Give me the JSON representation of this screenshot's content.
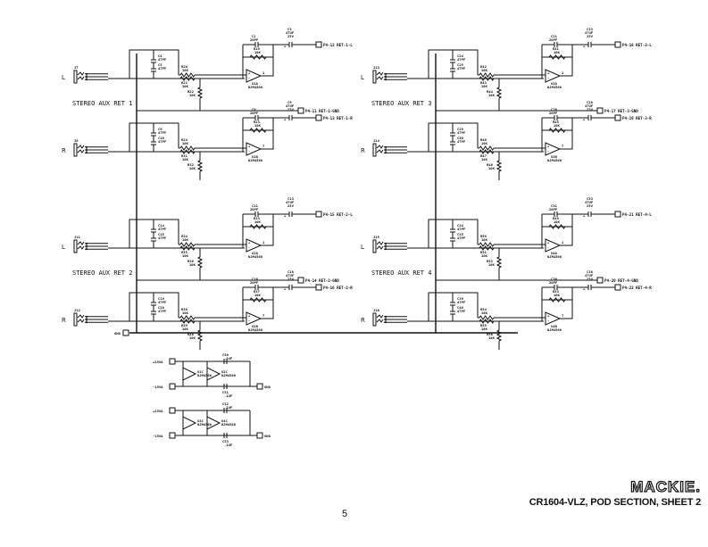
{
  "sections": [
    {
      "label": "STEREO AUX RET 1",
      "channels": [
        {
          "side": "L",
          "jack": "J7",
          "c_a": "C4",
          "c_a_val": "47PF",
          "c_b": "C5",
          "c_b_val": "47PF",
          "r_in": "R20",
          "r_in_val": "10K",
          "r_in2": "R21",
          "r_in2_val": "10K",
          "r_sh": "R22",
          "r_sh_val": "10K",
          "c_fb": "C1",
          "c_fb_val": "20PF",
          "r_fb": "R19",
          "r_fb_val": "10K",
          "opamp": "U1A",
          "pin": "1",
          "part": "NJM4560",
          "c_out": "C3",
          "c_out_val": "47UF",
          "c_out_v": "25V",
          "out_label": "P4-12  RET-1-L"
        },
        {
          "side": "R",
          "jack": "J8",
          "c_a": "C9",
          "c_a_val": "47PF",
          "c_b": "C10",
          "c_b_val": "47PF",
          "r_in": "R24",
          "r_in_val": "10K",
          "r_in2": "R31",
          "r_in2_val": "10K",
          "r_sh": "R32",
          "r_sh_val": "10K",
          "c_fb": "C8",
          "c_fb_val": "20PF",
          "r_fb": "R23",
          "r_fb_val": "10K",
          "opamp": "U1B",
          "pin": "7",
          "part": "NJM4560",
          "c_out": "C9",
          "c_out_val": "47UF",
          "c_out_v": "25V",
          "out_label": "P4-13  RET-1-R"
        }
      ],
      "gnd_label": "P4-11  RET-1-GND"
    },
    {
      "label": "STEREO AUX RET 2",
      "channels": [
        {
          "side": "L",
          "jack": "J11",
          "c_a": "C14",
          "c_a_val": "47PF",
          "c_b": "C15",
          "c_b_val": "47PF",
          "r_in": "R34",
          "r_in_val": "10K",
          "r_in2": "R35",
          "r_in2_val": "10K",
          "r_sh": "R36",
          "r_sh_val": "10K",
          "c_fb": "C11",
          "c_fb_val": "20PF",
          "r_fb": "R33",
          "r_fb_val": "10K",
          "opamp": "U2A",
          "pin": "1",
          "part": "NJM4560",
          "c_out": "C13",
          "c_out_val": "47UF",
          "c_out_v": "25V",
          "out_label": "P4-15  RET-2-L"
        },
        {
          "side": "R",
          "jack": "J12",
          "c_a": "C19",
          "c_a_val": "47PF",
          "c_b": "C20",
          "c_b_val": "47PF",
          "r_in": "R38",
          "r_in_val": "10K",
          "r_in2": "R39",
          "r_in2_val": "10K",
          "r_sh": "R40",
          "r_sh_val": "10K",
          "c_fb": "C16",
          "c_fb_val": "20PF",
          "r_fb": "R37",
          "r_fb_val": "10K",
          "opamp": "U2B",
          "pin": "7",
          "part": "NJM4560",
          "c_out": "C18",
          "c_out_val": "47UF",
          "c_out_v": "25V",
          "out_label": "P4-16  RET-2-R"
        }
      ],
      "gnd_label": "P4-14  RET-2-GND"
    },
    {
      "label": "STEREO AUX RET 3",
      "channels": [
        {
          "side": "L",
          "jack": "J13",
          "c_a": "C24",
          "c_a_val": "47PF",
          "c_b": "C25",
          "c_b_val": "47PF",
          "r_in": "R42",
          "r_in_val": "10K",
          "r_in2": "R43",
          "r_in2_val": "10K",
          "r_sh": "R44",
          "r_sh_val": "10K",
          "c_fb": "C21",
          "c_fb_val": "20PF",
          "r_fb": "R41",
          "r_fb_val": "10K",
          "opamp": "U3A",
          "pin": "1",
          "part": "NJM4560",
          "c_out": "C23",
          "c_out_val": "47UF",
          "c_out_v": "25V",
          "out_label": "P4-18  RET-3-L"
        },
        {
          "side": "R",
          "jack": "J14",
          "c_a": "C29",
          "c_a_val": "47PF",
          "c_b": "C30",
          "c_b_val": "47PF",
          "r_in": "R46",
          "r_in_val": "10K",
          "r_in2": "R47",
          "r_in2_val": "10K",
          "r_sh": "R48",
          "r_sh_val": "10K",
          "c_fb": "C26",
          "c_fb_val": "20PF",
          "r_fb": "R45",
          "r_fb_val": "10K",
          "opamp": "U3B",
          "pin": "7",
          "part": "NJM4560",
          "c_out": "C28",
          "c_out_val": "47UF",
          "c_out_v": "25V",
          "out_label": "P4-19  RET-3-R"
        }
      ],
      "gnd_label": "P4-17  RET-3-GND"
    },
    {
      "label": "STEREO AUX RET 4",
      "channels": [
        {
          "side": "L",
          "jack": "J15",
          "c_a": "C34",
          "c_a_val": "47PF",
          "c_b": "C35",
          "c_b_val": "47PF",
          "r_in": "R50",
          "r_in_val": "10K",
          "r_in2": "R51",
          "r_in2_val": "10K",
          "r_sh": "R52",
          "r_sh_val": "10K",
          "c_fb": "C31",
          "c_fb_val": "20PF",
          "r_fb": "R49",
          "r_fb_val": "10K",
          "opamp": "U4A",
          "pin": "1",
          "part": "NJM4560",
          "c_out": "C33",
          "c_out_val": "47UF",
          "c_out_v": "25V",
          "out_label": "P4-21  RET-4-L"
        },
        {
          "side": "R",
          "jack": "J16",
          "c_a": "C39",
          "c_a_val": "47PF",
          "c_b": "C40",
          "c_b_val": "47PF",
          "r_in": "R54",
          "r_in_val": "10K",
          "r_in2": "R55",
          "r_in2_val": "10K",
          "r_sh": "R56",
          "r_sh_val": "10K",
          "c_fb": "C36",
          "c_fb_val": "20PF",
          "r_fb": "R53",
          "r_fb_val": "10K",
          "opamp": "U4B",
          "pin": "7",
          "part": "NJM4560",
          "c_out": "C38",
          "c_out_val": "47UF",
          "c_out_v": "25V",
          "out_label": "P4-22  RET-4-R"
        }
      ],
      "gnd_label": "P4-20  RET-4-GND"
    }
  ],
  "gnd_input": "GND",
  "power": [
    {
      "pos": "+15VA",
      "neg": "-15VA",
      "u1": "U1C",
      "u1p": "NJM4560",
      "u2": "U2C",
      "u2p": "NJM4560",
      "c_top": "C50",
      "c_top_val": ".1UF",
      "c_bot": "C51",
      "c_bot_val": ".1UF",
      "gnd": "GND"
    },
    {
      "pos": "+15VA",
      "neg": "-15VA",
      "u1": "U3C",
      "u1p": "NJM4560",
      "u2": "U4C",
      "u2p": "NJM4560",
      "c_top": "C52",
      "c_top_val": ".1UF",
      "c_bot": "C53",
      "c_bot_val": ".1UF",
      "gnd": "GND"
    }
  ],
  "footer": {
    "logo": "MACKIE.",
    "title": "CR1604-VLZ, POD SECTION, SHEET 2",
    "page": "5"
  }
}
